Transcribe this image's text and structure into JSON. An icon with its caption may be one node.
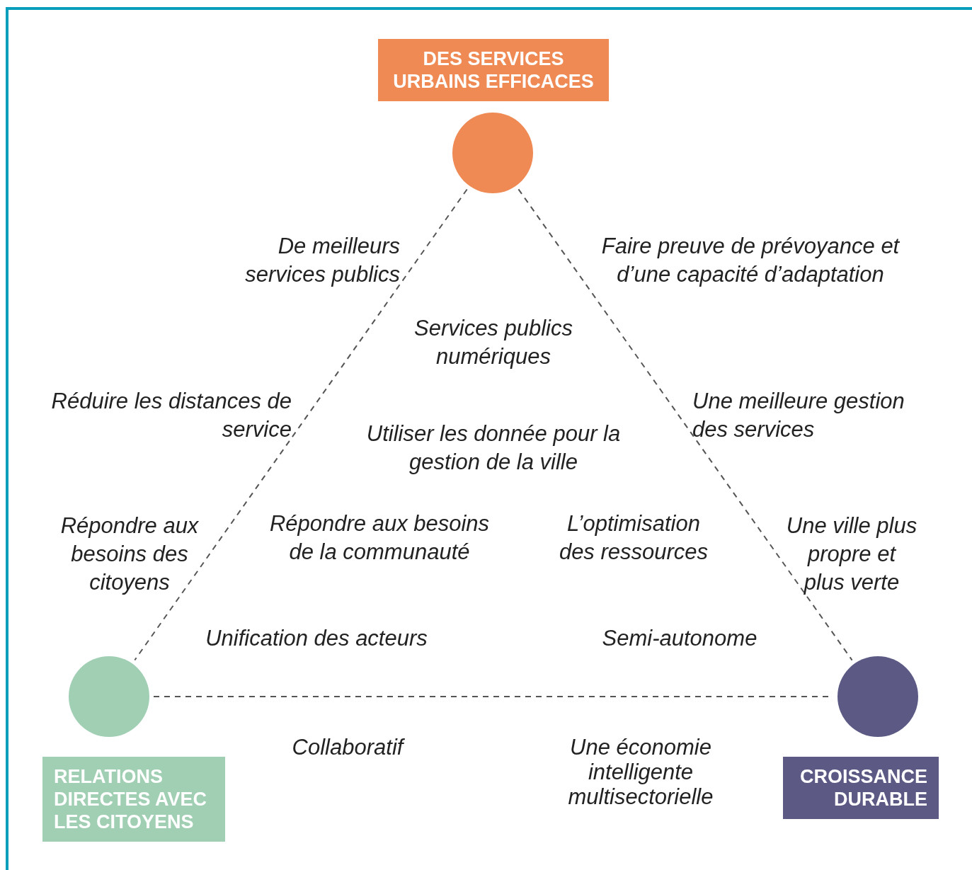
{
  "diagram": {
    "nodes": [
      {
        "text": [
          "DES SERVICES URBAINS EFFICACES"
        ]
      },
      {
        "text": [],
        "shape": "circle"
      },
      {
        "text": [],
        "shape": "circle"
      },
      {
        "text": [],
        "shape": "circle"
      },
      {
        "text": [
          "RELATIONS DIRECTES AVEC LES CITOYENS"
        ]
      },
      {
        "text": [
          "CROISSANCE DURABLE"
        ]
      }
    ],
    "edges": [
      {
        "from": 1,
        "to": 2,
        "arrow": "none",
        "style": "dashed"
      },
      {
        "from": 1,
        "to": 3,
        "arrow": "none",
        "style": "dashed"
      },
      {
        "from": 2,
        "to": 3,
        "arrow": "none",
        "style": "dashed"
      }
    ],
    "labels": [
      "De meilleurs services publics",
      "Faire preuve de prévoyance et d’une capacité d’adaptation",
      "Services publics numériques",
      "Réduire les distances de service",
      "Une meilleure gestion des services",
      "Utiliser les donnée pour la gestion de la ville",
      "Répondre aux besoins des citoyens",
      "Répondre aux besoins de la communauté",
      "L’optimisation des ressources",
      "Une ville plus propre et plus verte",
      "Unification des acteurs",
      "Semi-autonome",
      "Collaboratif",
      "Une économie intelligente multisectorielle"
    ]
  }
}
